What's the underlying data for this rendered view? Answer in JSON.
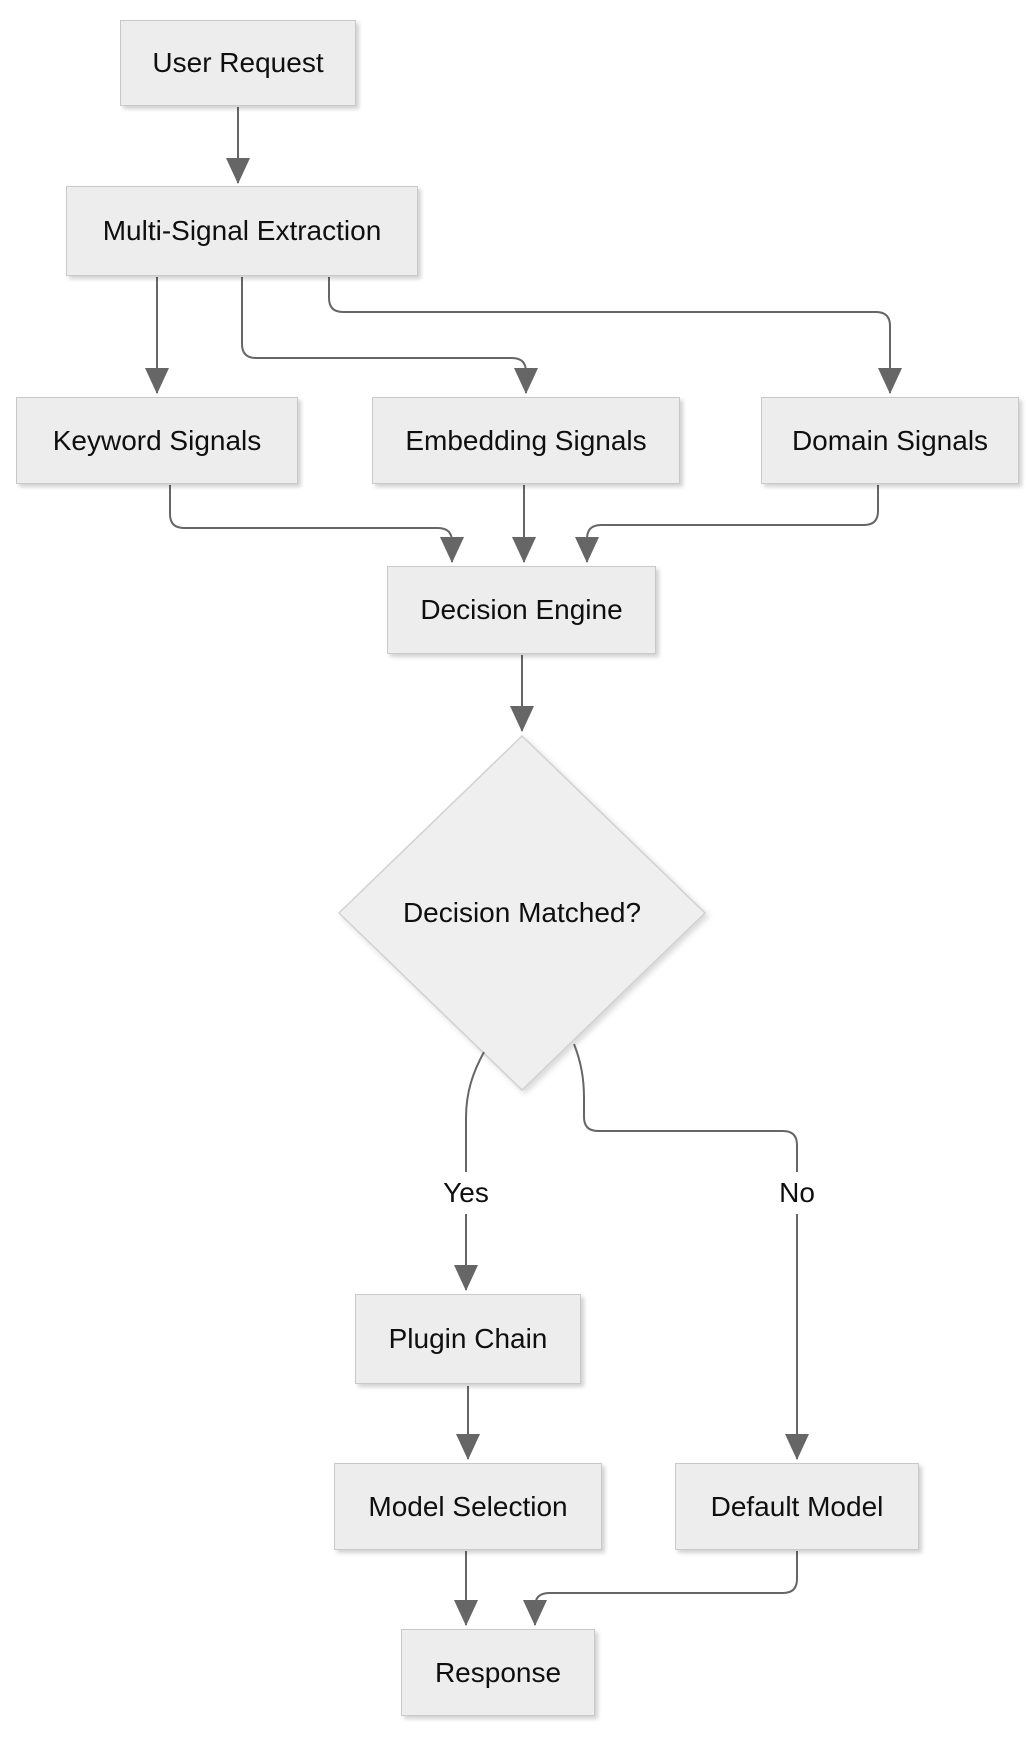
{
  "diagram": {
    "type": "flowchart",
    "direction": "top-down",
    "nodes": {
      "user_request": {
        "label": "User Request",
        "shape": "rectangle"
      },
      "multi_signal": {
        "label": "Multi-Signal Extraction",
        "shape": "rectangle"
      },
      "keyword_signals": {
        "label": "Keyword Signals",
        "shape": "rectangle"
      },
      "embedding_signals": {
        "label": "Embedding Signals",
        "shape": "rectangle"
      },
      "domain_signals": {
        "label": "Domain Signals",
        "shape": "rectangle"
      },
      "decision_engine": {
        "label": "Decision Engine",
        "shape": "rectangle"
      },
      "decision_matched": {
        "label": "Decision Matched?",
        "shape": "diamond"
      },
      "plugin_chain": {
        "label": "Plugin Chain",
        "shape": "rectangle"
      },
      "model_selection": {
        "label": "Model Selection",
        "shape": "rectangle"
      },
      "default_model": {
        "label": "Default Model",
        "shape": "rectangle"
      },
      "response": {
        "label": "Response",
        "shape": "rectangle"
      }
    },
    "branch_labels": {
      "yes": "Yes",
      "no": "No"
    },
    "connections": [
      {
        "from": "User Request",
        "to": "Multi-Signal Extraction",
        "label": ""
      },
      {
        "from": "Multi-Signal Extraction",
        "to": "Keyword Signals",
        "label": ""
      },
      {
        "from": "Multi-Signal Extraction",
        "to": "Embedding Signals",
        "label": ""
      },
      {
        "from": "Multi-Signal Extraction",
        "to": "Domain Signals",
        "label": ""
      },
      {
        "from": "Keyword Signals",
        "to": "Decision Engine",
        "label": ""
      },
      {
        "from": "Embedding Signals",
        "to": "Decision Engine",
        "label": ""
      },
      {
        "from": "Domain Signals",
        "to": "Decision Engine",
        "label": ""
      },
      {
        "from": "Decision Engine",
        "to": "Decision Matched?",
        "label": ""
      },
      {
        "from": "Decision Matched?",
        "to": "Plugin Chain",
        "label": "Yes"
      },
      {
        "from": "Decision Matched?",
        "to": "Default Model",
        "label": "No"
      },
      {
        "from": "Plugin Chain",
        "to": "Model Selection",
        "label": ""
      },
      {
        "from": "Model Selection",
        "to": "Response",
        "label": ""
      },
      {
        "from": "Default Model",
        "to": "Response",
        "label": ""
      }
    ],
    "colors": {
      "background": "#ffffff",
      "node_fill": "#ededed",
      "node_border": "#c9c9c9",
      "diamond_border": "#d2d2d2",
      "edge_stroke": "#666666",
      "text": "#0f0f0f"
    }
  }
}
